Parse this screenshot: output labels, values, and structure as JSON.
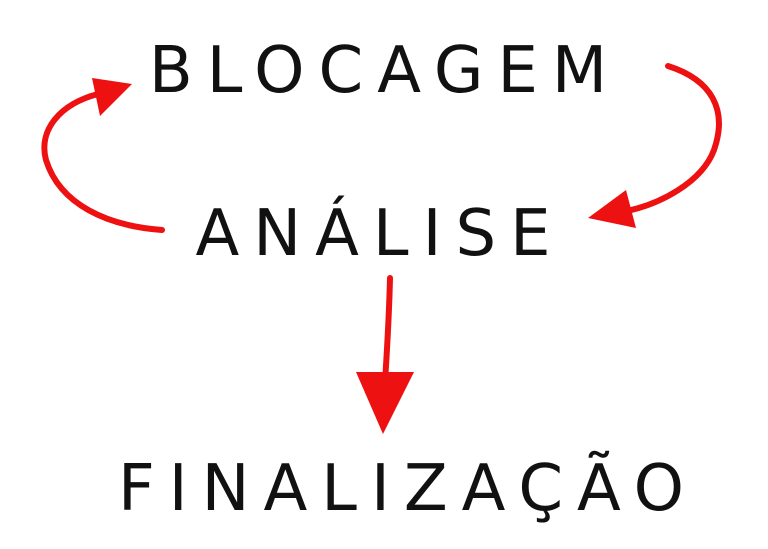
{
  "nodes": {
    "blocagem": "BLOCAGEM",
    "analise": "ANÁLISE",
    "finalizacao": "FINALIZAÇÃO"
  },
  "colors": {
    "text": "#111111",
    "arrow": "#ee1111",
    "background": "#ffffff"
  },
  "edges": [
    {
      "from": "blocagem",
      "to": "analise"
    },
    {
      "from": "analise",
      "to": "blocagem"
    },
    {
      "from": "analise",
      "to": "finalizacao"
    }
  ]
}
